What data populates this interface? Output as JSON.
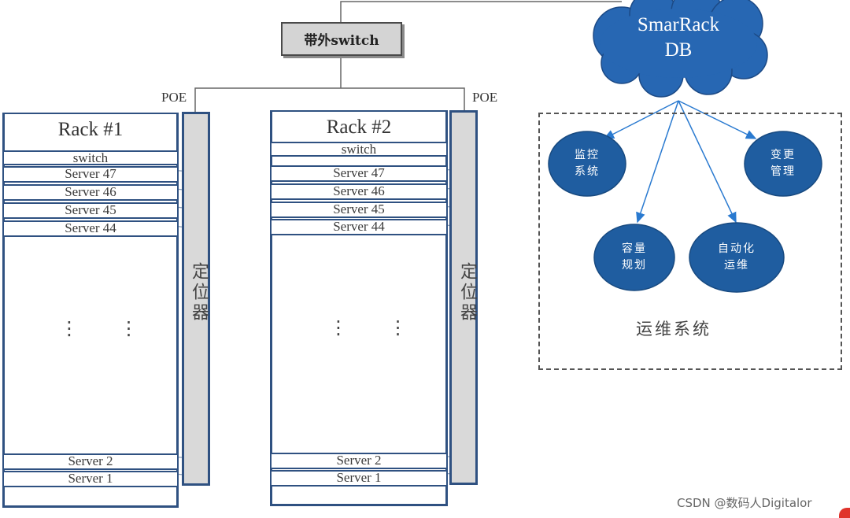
{
  "oob_switch": {
    "label": "带外switch"
  },
  "poe_labels": [
    "POE",
    "POE"
  ],
  "cloud": {
    "line1": "SmarRack",
    "line2": "DB"
  },
  "racks": [
    {
      "title": "Rack #1",
      "top_slots": [
        "switch",
        "Server 47",
        "Server 46",
        "Server 45",
        "Server 44"
      ],
      "ellipsis": "⋮ ⋮",
      "bottom_slots": [
        "Server 2",
        "Server 1"
      ],
      "locator_label": "定位器"
    },
    {
      "title": "Rack #2",
      "top_slots": [
        "switch",
        "Server 47",
        "Server 46",
        "Server 45",
        "Server 44"
      ],
      "ellipsis": "⋮ ⋮",
      "bottom_slots": [
        "Server 2",
        "Server 1"
      ],
      "locator_label": "定位器"
    }
  ],
  "ops_system": {
    "title": "运维系统",
    "nodes": [
      {
        "label": "监控\n系统"
      },
      {
        "label": "变更\n管理"
      },
      {
        "label": "容量\n规划"
      },
      {
        "label": "自动化\n运维"
      }
    ]
  },
  "watermark": "CSDN @数码人Digitalor",
  "colors": {
    "rack_border": "#2f5181",
    "node_fill": "#1f5da0",
    "cloud_fill": "#2767b3",
    "locator_fill": "#d9d9d9"
  }
}
